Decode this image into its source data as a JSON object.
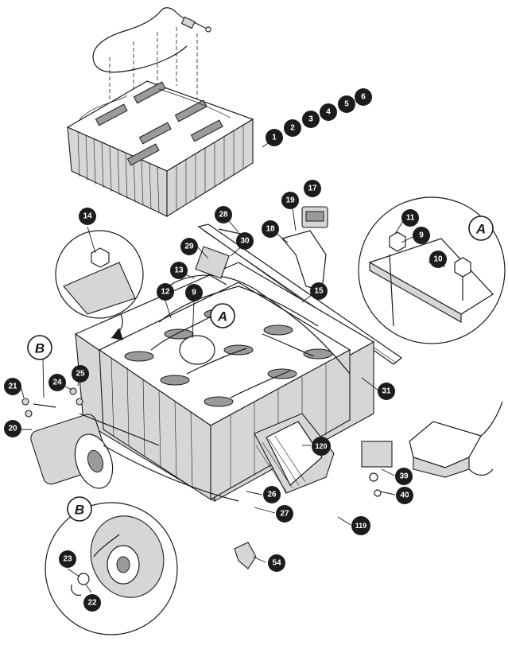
{
  "callouts": [
    {
      "id": "c1",
      "label": "1"
    },
    {
      "id": "c2",
      "label": "2"
    },
    {
      "id": "c3",
      "label": "3"
    },
    {
      "id": "c4",
      "label": "4"
    },
    {
      "id": "c5",
      "label": "5"
    },
    {
      "id": "c6",
      "label": "6"
    },
    {
      "id": "c14",
      "label": "14"
    },
    {
      "id": "c28",
      "label": "28"
    },
    {
      "id": "c19",
      "label": "19"
    },
    {
      "id": "c17",
      "label": "17"
    },
    {
      "id": "c18",
      "label": "18"
    },
    {
      "id": "c29",
      "label": "29"
    },
    {
      "id": "c30",
      "label": "30"
    },
    {
      "id": "c13",
      "label": "13"
    },
    {
      "id": "c12",
      "label": "12"
    },
    {
      "id": "c9",
      "label": "9"
    },
    {
      "id": "c15",
      "label": "15"
    },
    {
      "id": "c11",
      "label": "11"
    },
    {
      "id": "c9b",
      "label": "9"
    },
    {
      "id": "c10",
      "label": "10"
    },
    {
      "id": "c21",
      "label": "21"
    },
    {
      "id": "c24",
      "label": "24"
    },
    {
      "id": "c25",
      "label": "25"
    },
    {
      "id": "c20",
      "label": "20"
    },
    {
      "id": "c31",
      "label": "31"
    },
    {
      "id": "c120",
      "label": "120"
    },
    {
      "id": "c39",
      "label": "39"
    },
    {
      "id": "c40",
      "label": "40"
    },
    {
      "id": "c26",
      "label": "26"
    },
    {
      "id": "c27",
      "label": "27"
    },
    {
      "id": "c119",
      "label": "119"
    },
    {
      "id": "c23",
      "label": "23"
    },
    {
      "id": "c22",
      "label": "22"
    },
    {
      "id": "c54",
      "label": "54"
    }
  ],
  "view_labels": [
    {
      "id": "vA_detail",
      "label": "A"
    },
    {
      "id": "vA_main",
      "label": "A"
    },
    {
      "id": "vB_main",
      "label": "B"
    },
    {
      "id": "vB_detail",
      "label": "B"
    }
  ]
}
